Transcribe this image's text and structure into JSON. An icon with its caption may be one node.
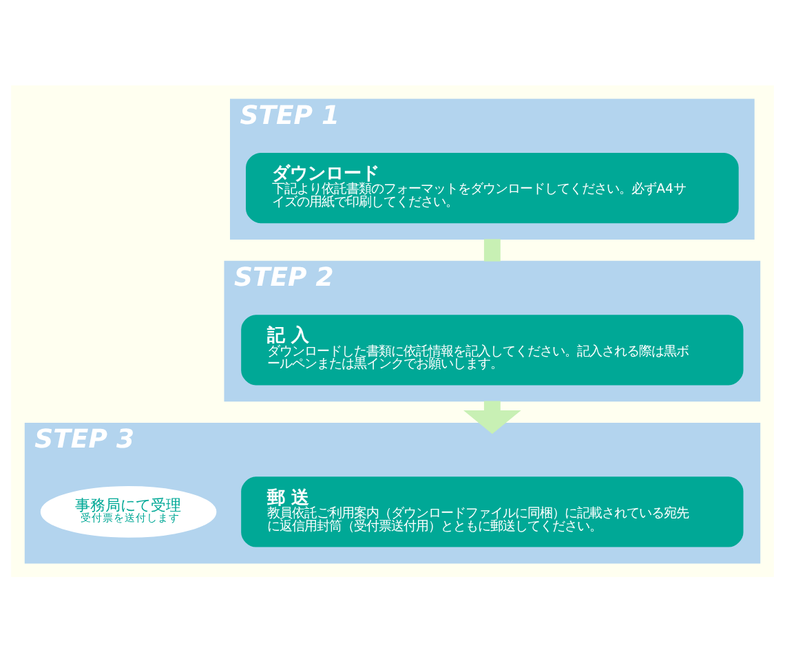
{
  "diagram": {
    "nodes": [
      {
        "text": [
          "STEP 1"
        ]
      },
      {
        "text": [
          "ダウンロード",
          "下記より依託書類のフォーマットをダウンロードしてください。必ずA4サイズの用紙で印刷してください。"
        ],
        "in": 0
      },
      {
        "text": [
          "STEP 2"
        ]
      },
      {
        "text": [
          "記 入",
          "ダウンロードした書類に依託情報を記入してください。記入される際は黒ボールペンまたは黒インクでお願いします。"
        ],
        "in": 2
      },
      {
        "text": [
          "STEP 3"
        ]
      },
      {
        "text": [
          "郵 送",
          "教員依託ご利用案内（ダウンロードファイルに同梱）に記載されている宛先に返信用封筒（受付票送付用）とともに郵送してください。"
        ],
        "in": 4
      },
      {
        "text": [
          "事務局にて受理",
          "受付票を送付します"
        ],
        "in": 4
      }
    ],
    "edges": [
      {
        "from": 0,
        "to": 2,
        "arrow": "none"
      },
      {
        "from": 2,
        "to": 4,
        "arrow": "to"
      }
    ]
  }
}
